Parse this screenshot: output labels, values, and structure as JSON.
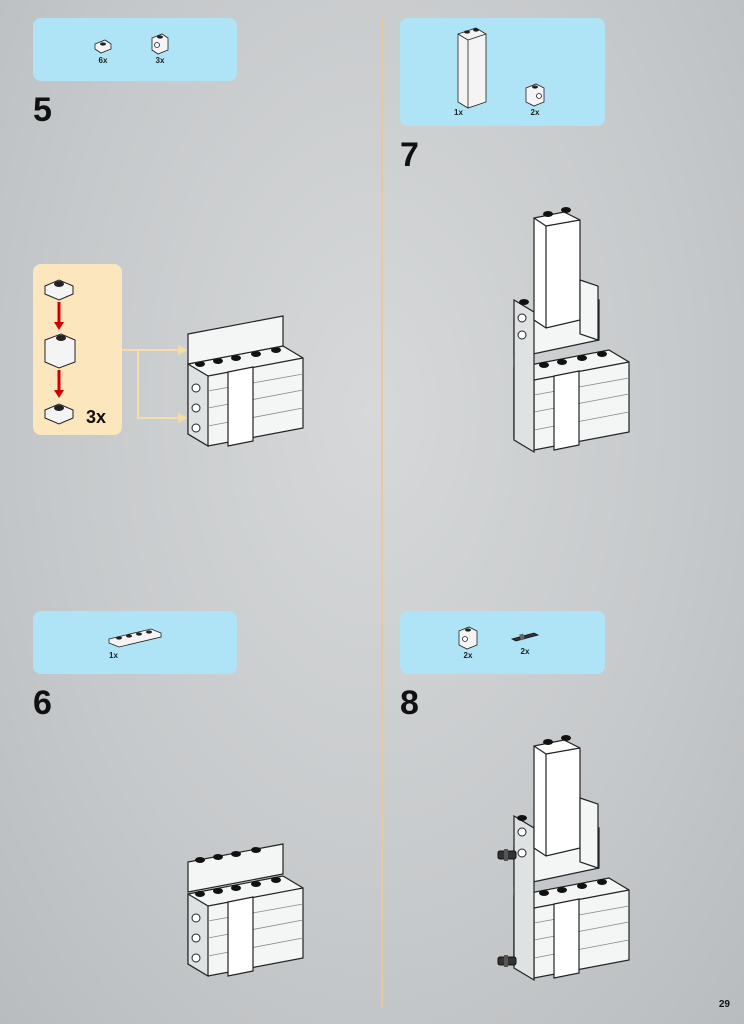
{
  "steps": [
    {
      "number": "5",
      "parts": [
        {
          "qty": "6x"
        },
        {
          "qty": "3x"
        }
      ],
      "callout_multiplier": "3x"
    },
    {
      "number": "6",
      "parts": [
        {
          "qty": "1x"
        }
      ]
    },
    {
      "number": "7",
      "parts": [
        {
          "qty": "1x"
        },
        {
          "qty": "2x"
        }
      ]
    },
    {
      "number": "8",
      "parts": [
        {
          "qty": "2x"
        },
        {
          "qty": "2x"
        }
      ]
    }
  ],
  "page_number": "29",
  "colors": {
    "parts_box": "#aee4f6",
    "callout": "#fbe6be",
    "divider": "#e9c99a",
    "arrow": "#d00000"
  }
}
